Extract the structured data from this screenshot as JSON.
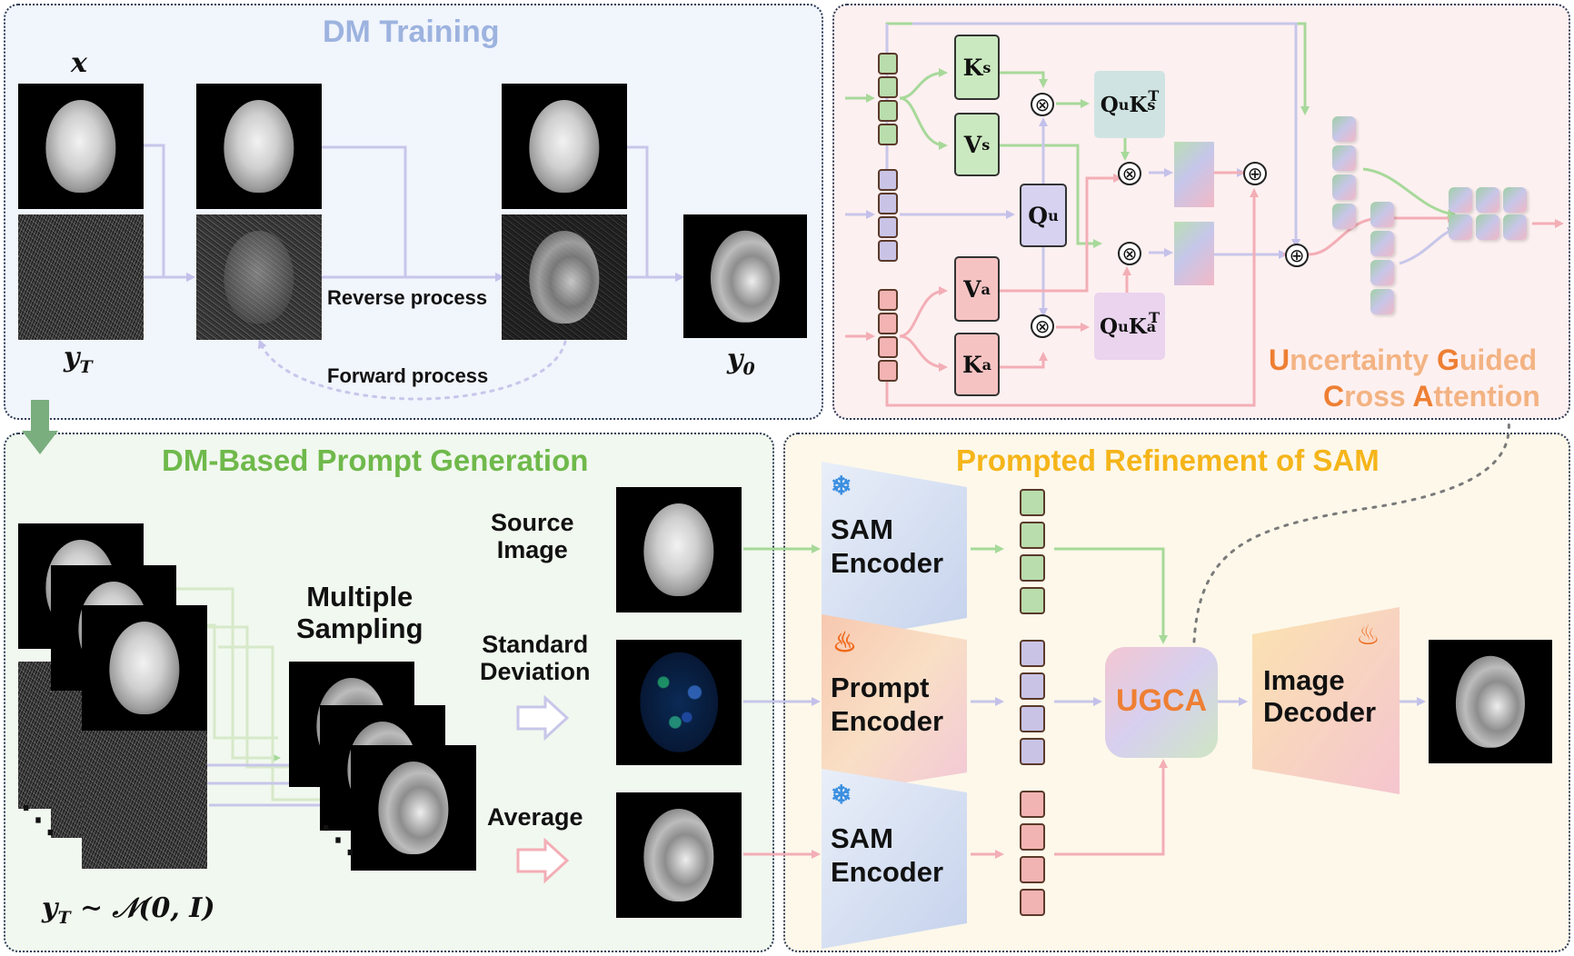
{
  "panels": {
    "dm_training": {
      "title": "DM Training",
      "color": "#9db3df"
    },
    "ugca": {
      "title_parts": [
        {
          "text": "U",
          "accent": true
        },
        {
          "text": "ncertainty ",
          "accent": false
        },
        {
          "text": "G",
          "accent": true
        },
        {
          "text": "uided",
          "accent": false
        }
      ],
      "title_parts2": [
        {
          "text": "C",
          "accent": true
        },
        {
          "text": "ross ",
          "accent": false
        },
        {
          "text": "A",
          "accent": true
        },
        {
          "text": "ttention",
          "accent": false
        }
      ],
      "accent_color": "#ee7f33",
      "light_color": "#f3b383"
    },
    "prompt_generation": {
      "title": "DM-Based Prompt Generation",
      "color": "#6fb94b"
    },
    "refinement": {
      "title": "Prompted Refinement of SAM",
      "color": "#f5b51a"
    }
  },
  "dm_training": {
    "x_label": "x",
    "yT_label": "yT",
    "y0_label": "y0",
    "reverse_process": "Reverse process",
    "forward_process": "Forward process"
  },
  "prompt_generation": {
    "multiple_sampling": "Multiple Sampling",
    "source_image": "Source Image",
    "standard_deviation": "Standard Deviation",
    "average": "Average",
    "noise_formula": "yT ∼ 𝒩(0, I)",
    "ellipsis": "⋱"
  },
  "attention": {
    "Ks": "K",
    "Ks_sub": "s",
    "Vs": "V",
    "Vs_sub": "s",
    "Qu": "Q",
    "Qu_sub": "u",
    "Va": "V",
    "Va_sub": "a",
    "Ka": "K",
    "Ka_sub": "a",
    "QuKsT": "QuKsT",
    "QuKaT": "QuKaT",
    "times": "⊗",
    "plus": "⊕"
  },
  "refinement": {
    "sam_encoder_top": "SAM Encoder",
    "prompt_encoder": "Prompt Encoder",
    "sam_encoder_bottom": "SAM Encoder",
    "ugca": "UGCA",
    "image_decoder": "Image Decoder",
    "frozen_icon": "snowflake-icon",
    "trainable_icon": "flame-icon"
  },
  "colors": {
    "green_flow": "#a7d99a",
    "purple_flow": "#c3c1ea",
    "pink_flow": "#f3aeb6",
    "dm_bg": "#f1f5fc",
    "ugca_bg": "#fdf0f0",
    "gen_bg": "#f1f8ef",
    "ref_bg": "#fdf8ea"
  }
}
